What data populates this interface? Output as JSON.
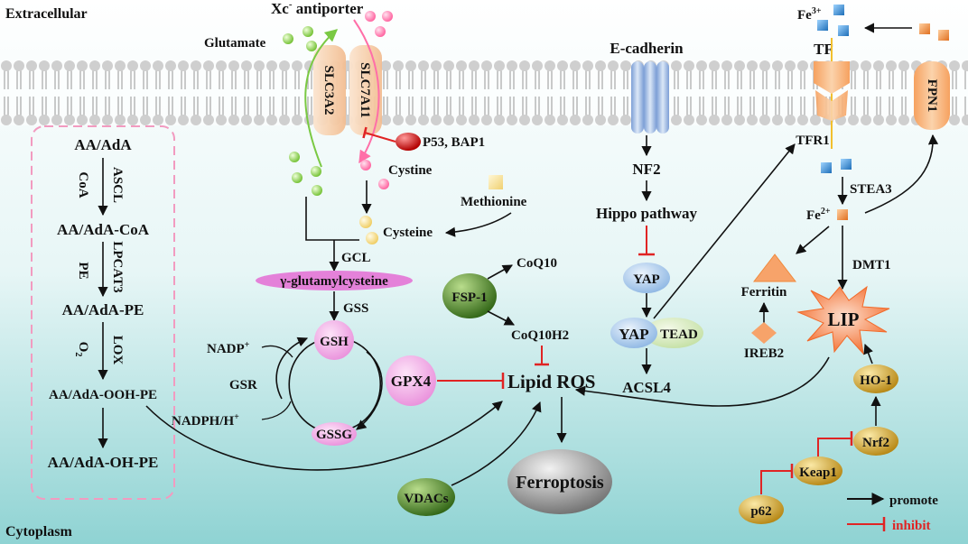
{
  "zones": {
    "extracellular": "Extracellular",
    "cytoplasm": "Cytoplasm"
  },
  "transporter": {
    "title_main": "Xc",
    "title_sup": "-",
    "title_rest": " antiporter",
    "slc3a2": "SLC3A2",
    "slc7a11": "SLC7A11",
    "glutamate": "Glutamate",
    "cystine": "Cystine",
    "cysteine": "Cysteine",
    "methionine": "Methionine",
    "p53": "P53, BAP1"
  },
  "gsh_cycle": {
    "gcl": "GCL",
    "gamma": "γ-glutamylcysteine",
    "gss": "GSS",
    "gsh": "GSH",
    "gssg": "GSSG",
    "gsr": "GSR",
    "nadp_main": "NADP",
    "nadp_sup": "+",
    "nadph_main": "NADPH/H",
    "nadph_sup": "+",
    "gpx4": "GPX4"
  },
  "lipid": {
    "aa_ada": "AA/AdA",
    "coa": "CoA",
    "ascl": "ASCL",
    "aa_coa": "AA/AdA-CoA",
    "pe": "PE",
    "lpcat3": "LPCAT3",
    "aa_pe": "AA/AdA-PE",
    "o2_main": "O",
    "o2_sub": "2",
    "lox": "LOX",
    "aa_ooh": "AA/AdA-OOH-PE",
    "aa_oh": "AA/AdA-OH-PE"
  },
  "center": {
    "fsp1": "FSP-1",
    "coq10": "CoQ10",
    "coq10h2": "CoQ10H2",
    "lipid_ros": "Lipid ROS",
    "ferroptosis": "Ferroptosis",
    "vdacs": "VDACs"
  },
  "hippo": {
    "ecadherin": "E-cadherin",
    "nf2": "NF2",
    "hippo": "Hippo pathway",
    "yap1": "YAP",
    "yap2": "YAP",
    "tead": "TEAD",
    "acsl4": "ACSL4"
  },
  "iron": {
    "fe3_main": "Fe",
    "fe3_sup": "3+",
    "tf": "TF",
    "tfr1": "TFR1",
    "fpn1": "FPN1",
    "stea3": "STEA3",
    "fe2_main": "Fe",
    "fe2_sup": "2+",
    "ferritin": "Ferritin",
    "ireb2": "IREB2",
    "dmt1": "DMT1",
    "lip": "LIP",
    "ho1": "HO-1",
    "nrf2": "Nrf2",
    "keap1": "Keap1",
    "p62": "p62"
  },
  "legend": {
    "promote": "promote",
    "inhibit": "inhibit"
  },
  "colors": {
    "membrane_head": "#c9c9c9",
    "membrane_tail": "#9a9a9a",
    "promote": "#111111",
    "inhibit": "#e02424",
    "glutamate": "#8fd14f",
    "cystine": "#ff6fa8",
    "cysteine": "#f5d77a",
    "iron": "#2f8fd9",
    "iron_fe2": "#f08a3c",
    "gsh_node": "#f2a6e6",
    "olive_node": "#3f7a1e",
    "gold_node": "#c99a1c",
    "yap_node": "#9cc3ea",
    "lip": "#f47a3a"
  },
  "icons": [
    "membrane-bilayer",
    "antiporter-channel",
    "transferrin-receptor",
    "ferroportin-channel",
    "e-cadherin-channel"
  ]
}
